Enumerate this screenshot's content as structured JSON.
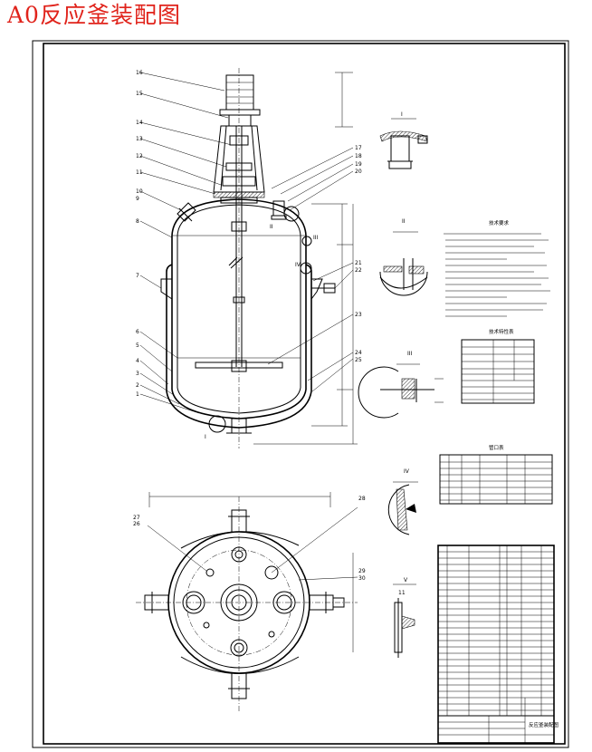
{
  "title": "A0反应釜装配图",
  "labels": {
    "n1": "1",
    "n2": "2",
    "n3": "3",
    "n4": "4",
    "n5": "5",
    "n6": "6",
    "n7": "7",
    "n8": "8",
    "n9": "9",
    "n10": "10",
    "n11": "11",
    "n12": "12",
    "n13": "13",
    "n14": "14",
    "n15": "15",
    "n16": "16",
    "n17": "17",
    "n18": "18",
    "n19": "19",
    "n20": "20",
    "n21": "21",
    "n22": "22",
    "n23": "23",
    "n24": "24",
    "n25": "25",
    "n26": "26",
    "n27": "27",
    "n28": "28",
    "n29": "29",
    "n30": "30",
    "r1": "I",
    "r2": "II",
    "r3": "III",
    "r4": "IV",
    "r5": "V"
  },
  "tables": {
    "tech_requirements_title": "技术要求",
    "nozzle_table_title": "管口表",
    "design_data_title": "技术特性表"
  },
  "title_block": {
    "drawing_name": "反应釜装配图"
  }
}
